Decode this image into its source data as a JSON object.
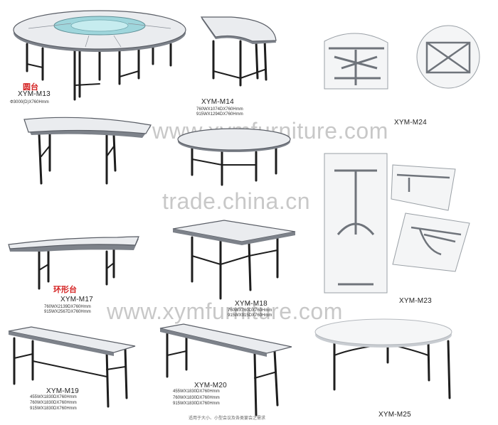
{
  "watermarks": {
    "top": "www.xymfurniture.com",
    "middle": "trade.china.cn",
    "bottom": "www.xymfurniture.com"
  },
  "products": {
    "m13": {
      "cn": "圆台",
      "model": "XYM-M13",
      "spec": "Φ3000(D)X760Hmm"
    },
    "m14": {
      "model": "XYM-M14",
      "spec1": "760WX1074DX760Hmm",
      "spec2": "915WX1294DX760Hmm"
    },
    "m24": {
      "model": "XYM-M24"
    },
    "m23": {
      "model": "XYM-M23"
    },
    "m17": {
      "cn": "环形台",
      "model": "XYM-M17",
      "spec1": "760WX2139DX760Hmm",
      "spec2": "915WX2567DX760Hmm"
    },
    "m18": {
      "model": "XYM-M18",
      "spec1": "760WX760DX760Hmm",
      "spec2": "915WX915DX760Hmm"
    },
    "m19": {
      "model": "XYM-M19",
      "spec1": "455WX1830DX760Hmm",
      "spec2": "760WX1830DX760Hmm",
      "spec3": "915WX1830DX760Hmm"
    },
    "m20": {
      "model": "XYM-M20",
      "spec1": "455WX1830DX760Hmm",
      "spec2": "760WX1830DX760Hmm",
      "spec3": "915WX1830DX760Hmm",
      "note": "适用于大小、小型会议及各类宴会之需求"
    },
    "m25": {
      "model": "XYM-M25"
    }
  }
}
